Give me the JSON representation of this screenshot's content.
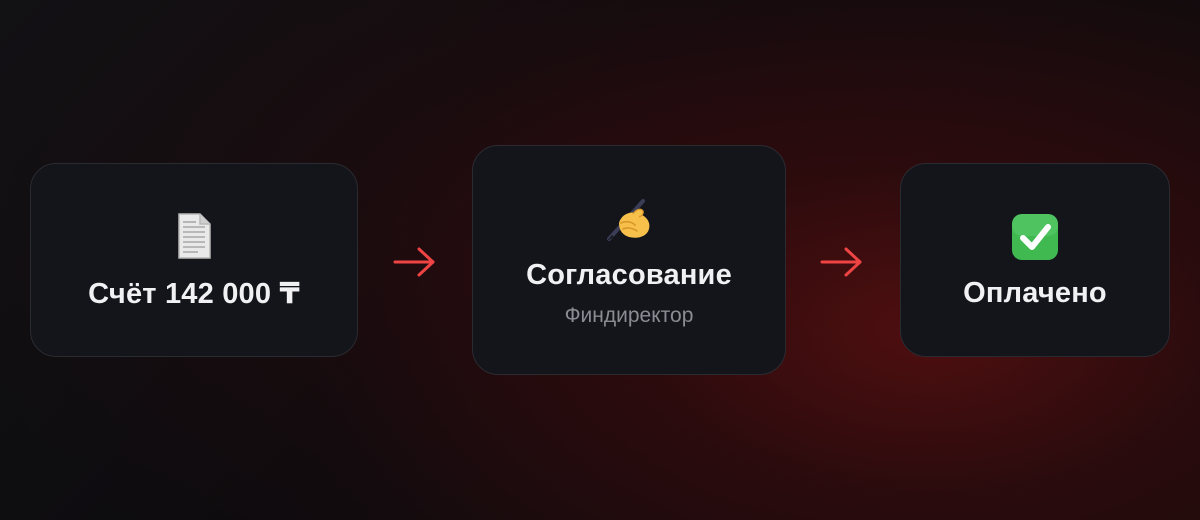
{
  "steps": [
    {
      "icon": "document-page-icon",
      "title": "Счёт 142 000 ₸"
    },
    {
      "icon": "writing-hand-icon",
      "title": "Согласование",
      "subtitle": "Финдиректор"
    },
    {
      "icon": "check-mark-button-icon",
      "title": "Оплачено"
    }
  ],
  "colors": {
    "arrow": "#ee4444",
    "card_bg": "#14151b",
    "check_green": "#3fb950",
    "title": "#f1f1f4",
    "subtitle": "#8a8b93"
  }
}
